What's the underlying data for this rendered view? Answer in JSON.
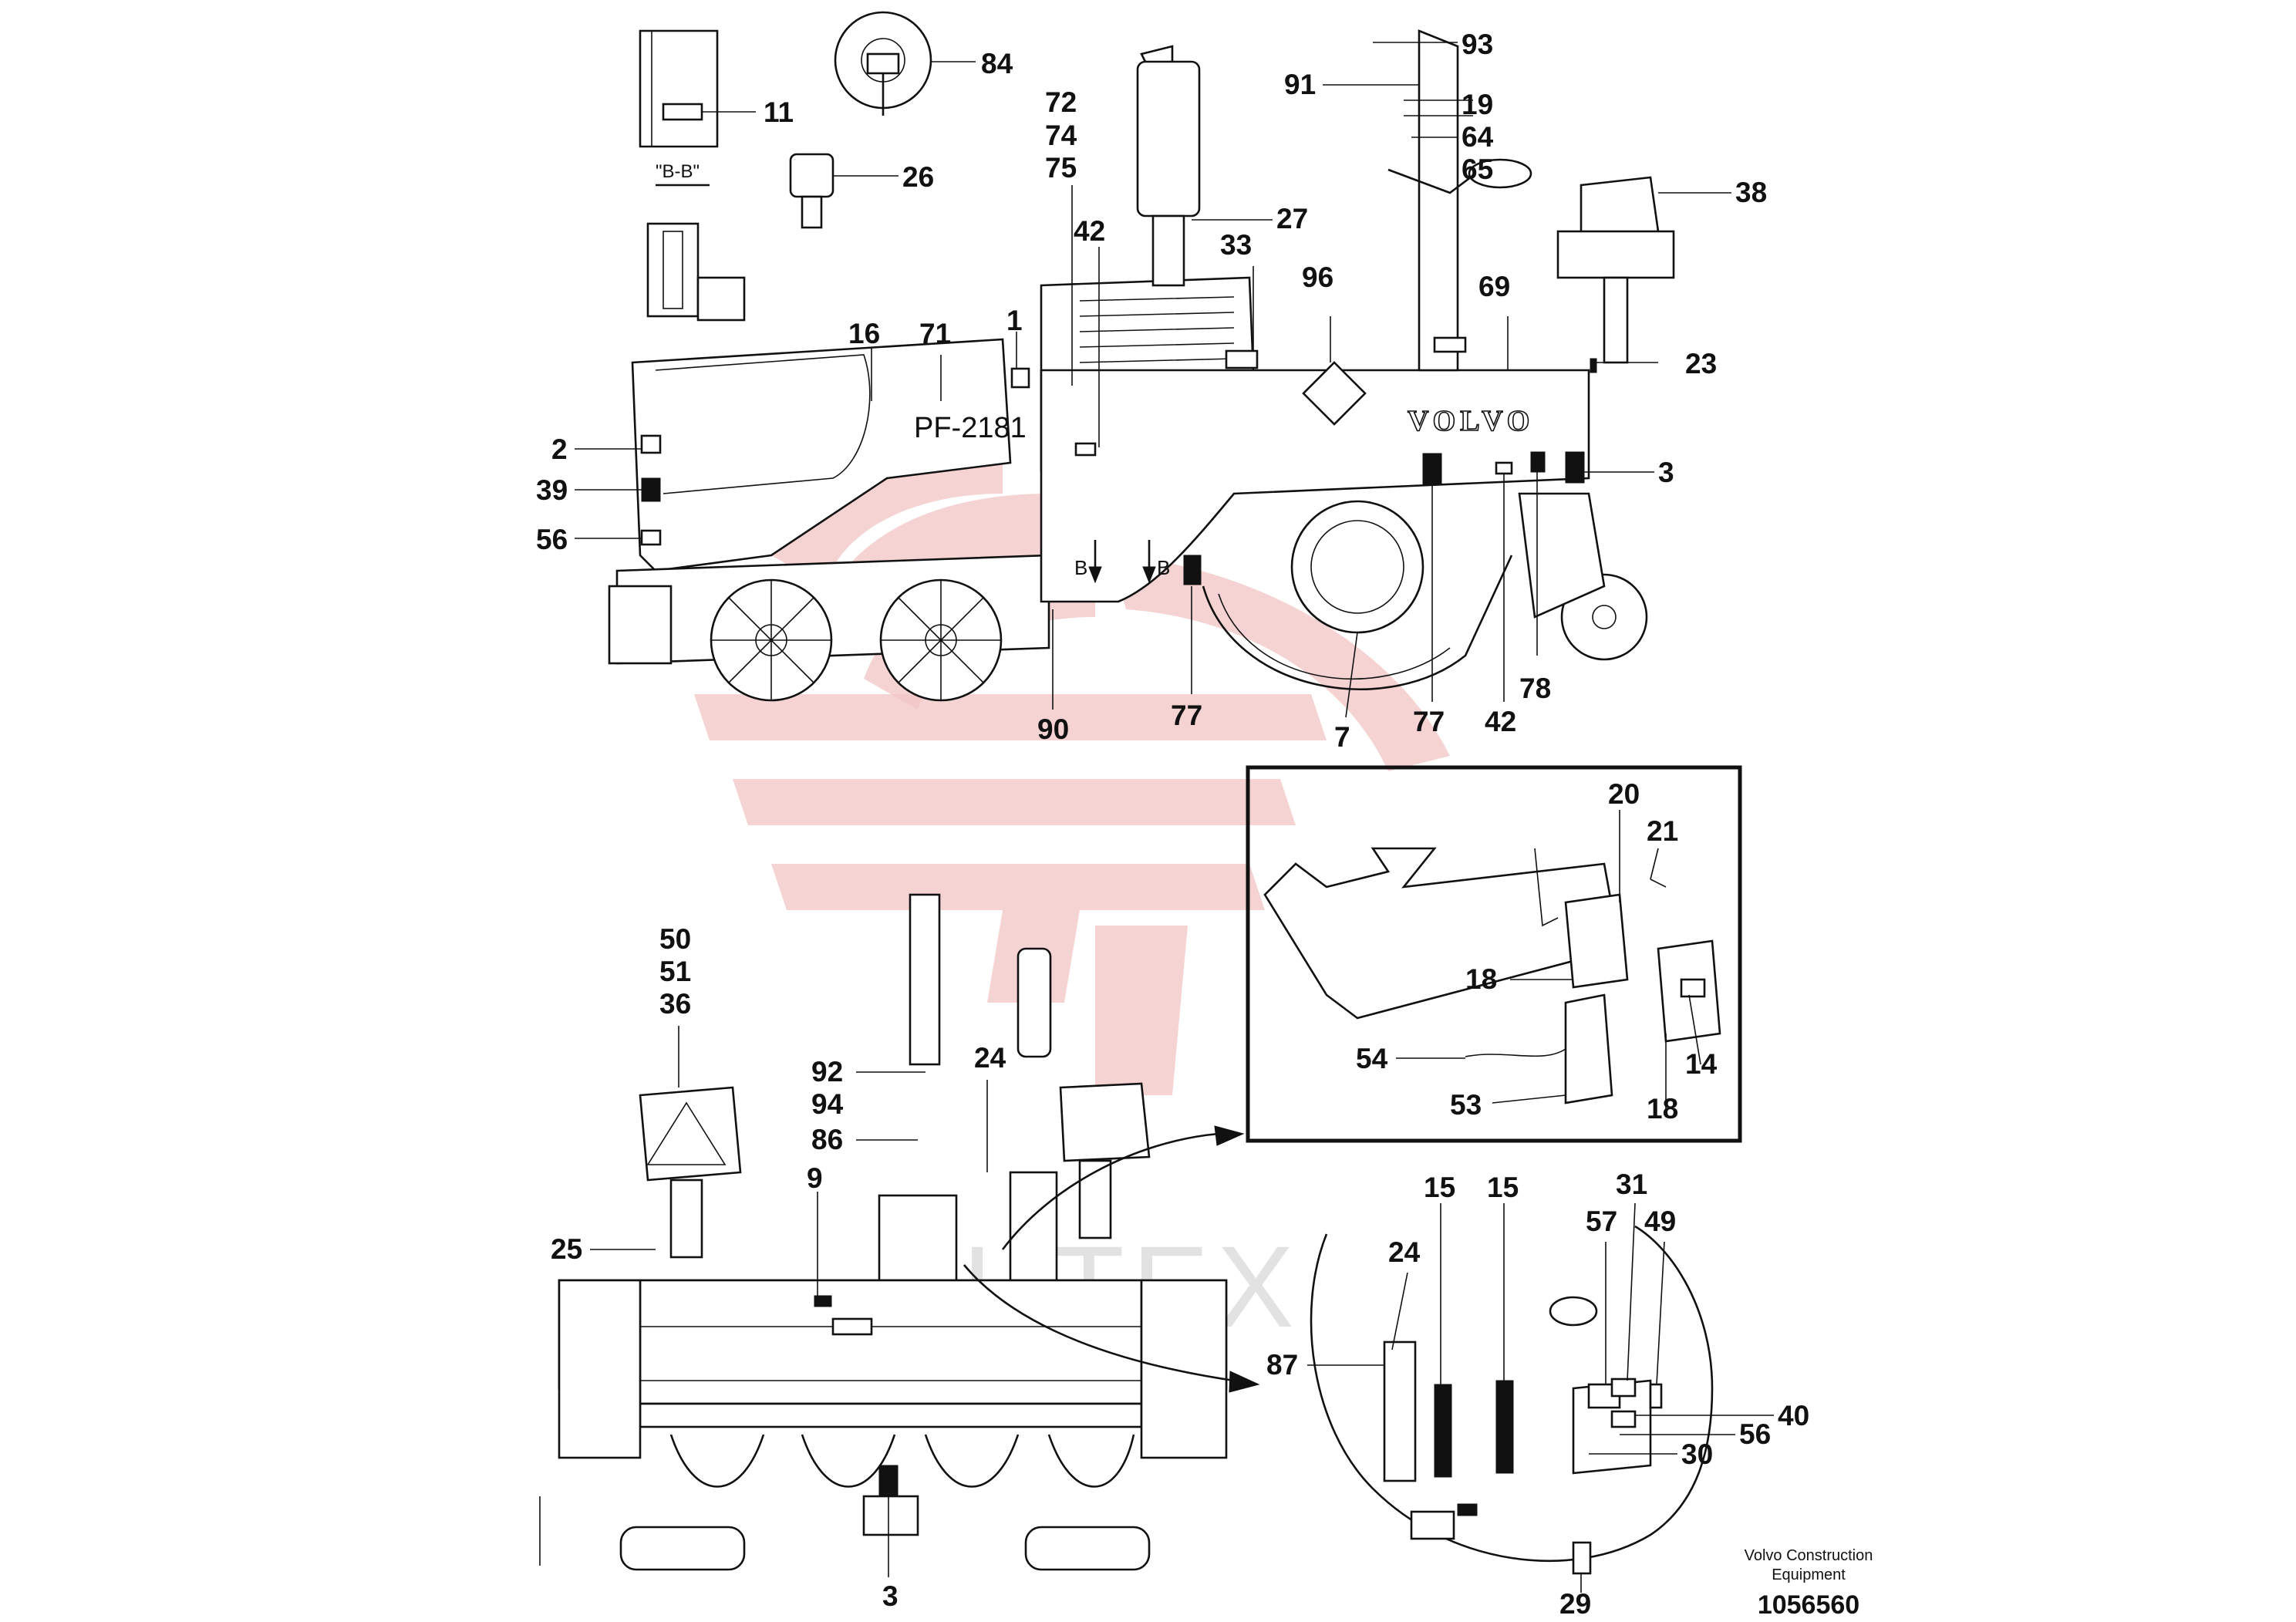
{
  "section_label": "\"B-B\"",
  "section_marks": [
    "B",
    "B"
  ],
  "machine_model": "PF-2181",
  "brand": "VOLVO",
  "watermark_text": "ИНТЕХ",
  "footer": {
    "publisher_line1": "Volvo Construction",
    "publisher_line2": "Equipment",
    "document_number": "1056560"
  },
  "callouts": {
    "c11": "11",
    "c84": "84",
    "c26": "26",
    "c93": "93",
    "c91": "91",
    "c19": "19",
    "c64": "64",
    "c65": "65",
    "c38": "38",
    "c72": "72",
    "c74": "74",
    "c75": "75",
    "c42a": "42",
    "c27": "27",
    "c33": "33",
    "c96": "96",
    "c69": "69",
    "c23": "23",
    "c16": "16",
    "c71": "71",
    "c1": "1",
    "c2": "2",
    "c39": "39",
    "c56a": "56",
    "c3a": "3",
    "c90": "90",
    "c77a": "77",
    "c7": "7",
    "c77b": "77",
    "c42b": "42",
    "c78": "78",
    "c20": "20",
    "c21": "21",
    "c18a": "18",
    "c54": "54",
    "c14": "14",
    "c53": "53",
    "c18b": "18",
    "c50": "50",
    "c51": "51",
    "c36": "36",
    "c92": "92",
    "c94": "94",
    "c24a": "24",
    "c86": "86",
    "c9": "9",
    "c25": "25",
    "c3b": "3",
    "c15a": "15",
    "c15b": "15",
    "c31": "31",
    "c57": "57",
    "c49": "49",
    "c24b": "24",
    "c87": "87",
    "c40": "40",
    "c56b": "56",
    "c30": "30",
    "c29": "29"
  }
}
